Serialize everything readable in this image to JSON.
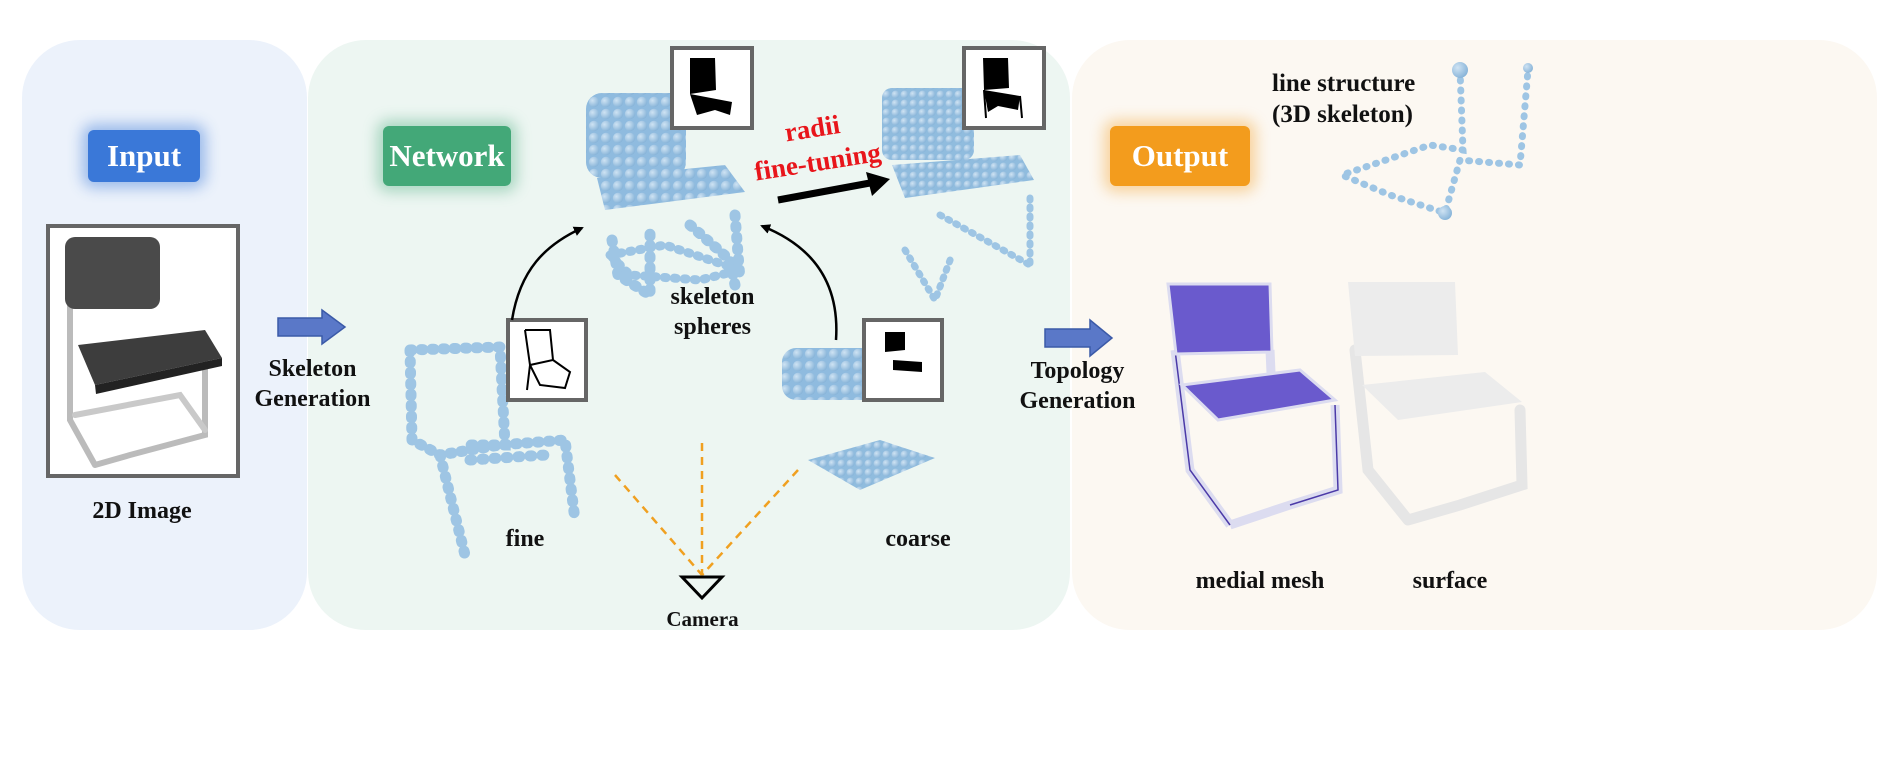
{
  "input": {
    "badge": "Input",
    "caption": "2D Image"
  },
  "network": {
    "badge": "Network"
  },
  "output": {
    "badge": "Output"
  },
  "step1": {
    "line1": "Skeleton",
    "line2": "Generation"
  },
  "step2": {
    "line1": "Topology",
    "line2": "Generation"
  },
  "labels": {
    "skeleton_line1": "skeleton",
    "skeleton_line2": "spheres",
    "radii_line1": "radii",
    "radii_line2": "fine-tuning",
    "fine": "fine",
    "coarse": "coarse",
    "camera": "Camera",
    "line_structure_1": "line structure",
    "line_structure_2": "(3D skeleton)",
    "medial_mesh": "medial mesh",
    "surface": "surface"
  },
  "colors": {
    "input_panel": "#ecf2fb",
    "network_panel": "#edf6f2",
    "output_panel": "#fcf8f2",
    "input_badge": "#3a78d8",
    "network_badge": "#43a878",
    "output_badge": "#f39c1d",
    "sphere_blue": "#9ec5e4",
    "medial_purple": "#6a5acd",
    "radii_red": "#e8151b",
    "camera_orange": "#f0a020",
    "arrow_blue": "#5a78c8"
  }
}
